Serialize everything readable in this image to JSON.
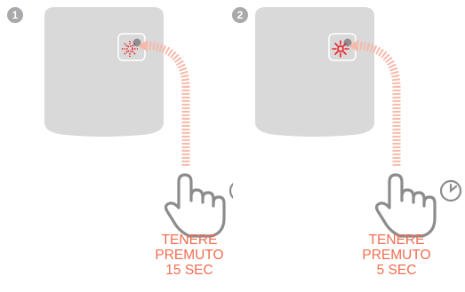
{
  "colors": {
    "device": "#d9d9d9",
    "device_outline": "#c7c7c7",
    "button": "#8d8f91",
    "accent": "#f26d4f",
    "led": "#e8262b",
    "hand_stroke": "#8a8c8e",
    "badge": "#a7a9ac"
  },
  "panels": [
    {
      "step_number": "1",
      "led_style": "dotted-blink",
      "caption": {
        "line1": "TENERE",
        "line2": "PREMUTO",
        "line3": "15 SEC"
      },
      "icons": [
        "device",
        "led-blink-icon",
        "button-icon",
        "press-hand-icon",
        "clock-icon"
      ]
    },
    {
      "step_number": "2",
      "led_style": "solid-blink",
      "caption": {
        "line1": "TENERE",
        "line2": "PREMUTO",
        "line3": "5 SEC"
      },
      "icons": [
        "device",
        "led-blink-icon",
        "button-icon",
        "press-hand-icon",
        "clock-icon"
      ]
    }
  ]
}
